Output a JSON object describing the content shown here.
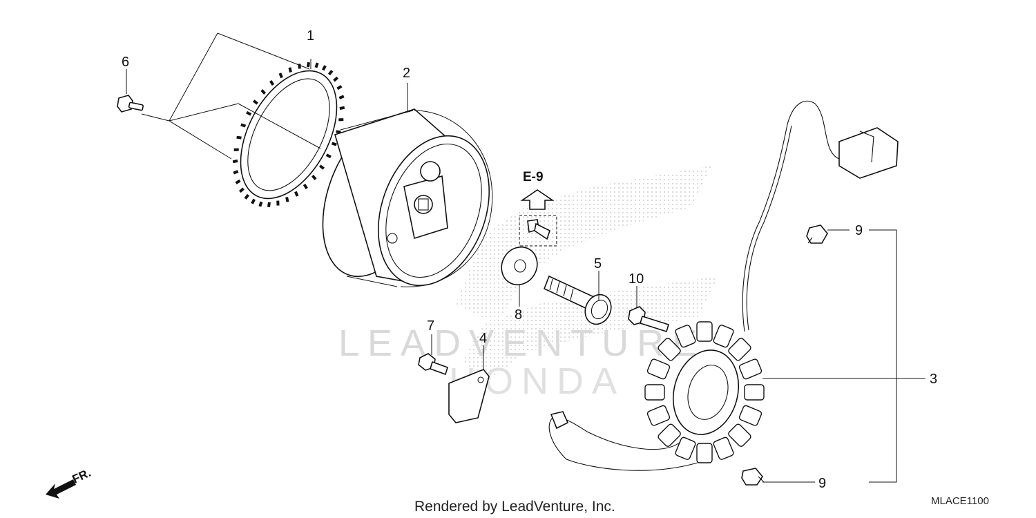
{
  "callouts": {
    "c1": "1",
    "c2": "2",
    "c3": "3",
    "c4": "4",
    "c5": "5",
    "c6": "6",
    "c7": "7",
    "c8": "8",
    "c9a": "9",
    "c9b": "9",
    "c10": "10"
  },
  "reference_label": "E-9",
  "direction_label": "FR.",
  "watermark": {
    "line1": "LEADVENTURE",
    "line2": "HONDA"
  },
  "footer": {
    "credit": "Rendered by LeadVenture, Inc.",
    "diagram_code": "MLACE1100"
  }
}
